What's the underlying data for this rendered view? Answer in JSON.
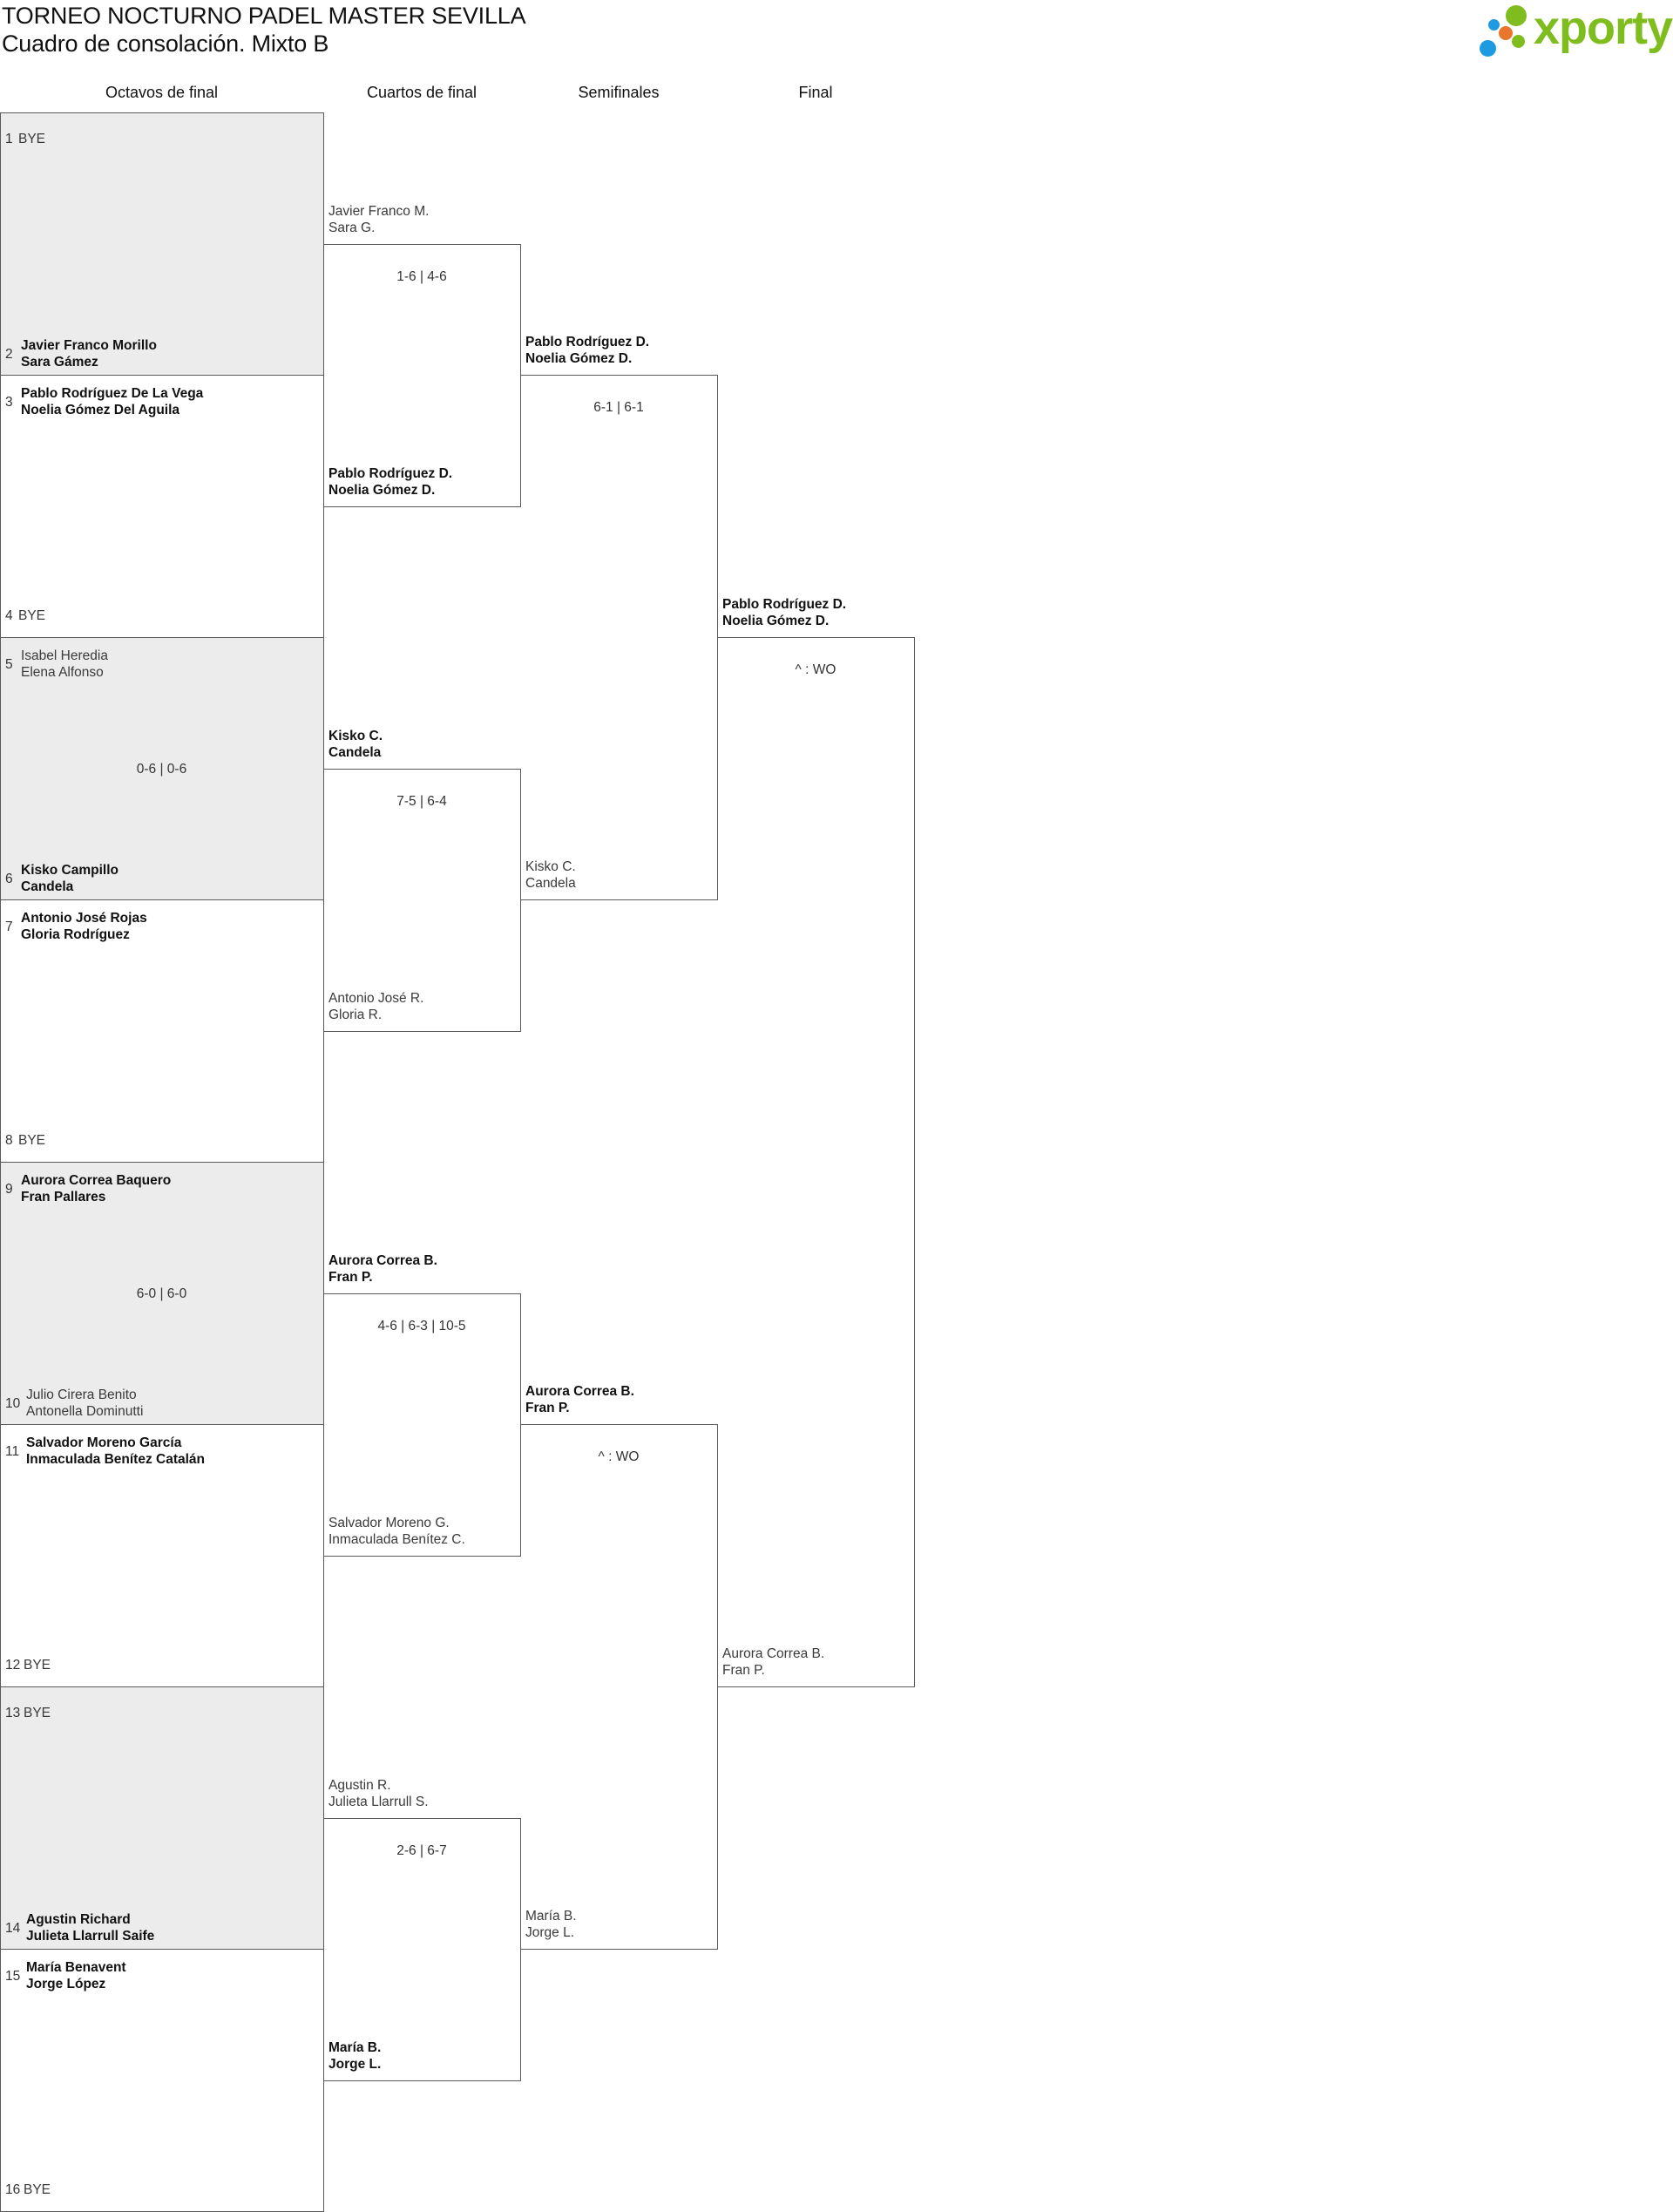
{
  "header": {
    "title": "TORNEO NOCTURNO PADEL MASTER SEVILLA",
    "subtitle": "Cuadro de consolación. Mixto B"
  },
  "logo": {
    "text": "xporty",
    "text_color": "#7fbd1e",
    "dot_colors": [
      "#7fbd1e",
      "#1e9be0",
      "#e8762c",
      "#7fbd1e",
      "#1e9be0"
    ]
  },
  "rounds": [
    "Octavos de final",
    "Cuartos de final",
    "Semifinales",
    "Final"
  ],
  "r16": [
    {
      "top": {
        "num": "1",
        "p1": "BYE",
        "p2": "",
        "won": false
      },
      "bottom": {
        "num": "2",
        "p1": "Javier Franco Morillo",
        "p2": "Sara Gámez",
        "won": true
      },
      "score": ""
    },
    {
      "top": {
        "num": "3",
        "p1": "Pablo Rodríguez De La Vega",
        "p2": "Noelia Gómez Del Aguila",
        "won": true
      },
      "bottom": {
        "num": "4",
        "p1": "BYE",
        "p2": "",
        "won": false
      },
      "score": ""
    },
    {
      "top": {
        "num": "5",
        "p1": "Isabel Heredia",
        "p2": "Elena Alfonso",
        "won": false
      },
      "bottom": {
        "num": "6",
        "p1": "Kisko Campillo",
        "p2": "Candela",
        "won": true
      },
      "score": "0-6 | 0-6"
    },
    {
      "top": {
        "num": "7",
        "p1": "Antonio José Rojas",
        "p2": "Gloria Rodríguez",
        "won": true
      },
      "bottom": {
        "num": "8",
        "p1": "BYE",
        "p2": "",
        "won": false
      },
      "score": ""
    },
    {
      "top": {
        "num": "9",
        "p1": "Aurora Correa Baquero",
        "p2": "Fran Pallares",
        "won": true
      },
      "bottom": {
        "num": "10",
        "p1": "Julio Cirera Benito",
        "p2": "Antonella Dominutti",
        "won": false
      },
      "score": "6-0 | 6-0"
    },
    {
      "top": {
        "num": "11",
        "p1": "Salvador Moreno García",
        "p2": "Inmaculada Benítez Catalán",
        "won": true
      },
      "bottom": {
        "num": "12",
        "p1": "BYE",
        "p2": "",
        "won": false
      },
      "score": ""
    },
    {
      "top": {
        "num": "13",
        "p1": "BYE",
        "p2": "",
        "won": false
      },
      "bottom": {
        "num": "14",
        "p1": "Agustin Richard",
        "p2": "Julieta Llarrull Saife",
        "won": true
      },
      "score": ""
    },
    {
      "top": {
        "num": "15",
        "p1": "María Benavent",
        "p2": "Jorge López",
        "won": true
      },
      "bottom": {
        "num": "16",
        "p1": "BYE",
        "p2": "",
        "won": false
      },
      "score": ""
    }
  ],
  "qf": [
    {
      "top": {
        "p1": "Javier Franco M.",
        "p2": "Sara G.",
        "won": false
      },
      "bottom": {
        "p1": "Pablo Rodríguez D.",
        "p2": "Noelia Gómez D.",
        "won": true
      },
      "score": "1-6 | 4-6"
    },
    {
      "top": {
        "p1": "Kisko C.",
        "p2": "Candela",
        "won": true
      },
      "bottom": {
        "p1": "Antonio José R.",
        "p2": "Gloria R.",
        "won": false
      },
      "score": "7-5 | 6-4"
    },
    {
      "top": {
        "p1": "Aurora Correa B.",
        "p2": "Fran P.",
        "won": true
      },
      "bottom": {
        "p1": "Salvador Moreno G.",
        "p2": "Inmaculada Benítez C.",
        "won": false
      },
      "score": "4-6 | 6-3 | 10-5"
    },
    {
      "top": {
        "p1": "Agustin R.",
        "p2": "Julieta Llarrull S.",
        "won": false
      },
      "bottom": {
        "p1": "María B.",
        "p2": "Jorge L.",
        "won": true
      },
      "score": "2-6 | 6-7"
    }
  ],
  "sf": [
    {
      "top": {
        "p1": "Pablo Rodríguez D.",
        "p2": "Noelia Gómez D.",
        "won": true
      },
      "bottom": {
        "p1": "Kisko C.",
        "p2": "Candela",
        "won": false
      },
      "score": "6-1 | 6-1"
    },
    {
      "top": {
        "p1": "Aurora Correa B.",
        "p2": "Fran P.",
        "won": true
      },
      "bottom": {
        "p1": "María B.",
        "p2": "Jorge L.",
        "won": false
      },
      "score": "^ : WO"
    }
  ],
  "final": [
    {
      "top": {
        "p1": "Pablo Rodríguez D.",
        "p2": "Noelia Gómez D.",
        "won": true
      },
      "bottom": {
        "p1": "Aurora Correa B.",
        "p2": "Fran P.",
        "won": false
      },
      "score": "^ : WO"
    }
  ]
}
